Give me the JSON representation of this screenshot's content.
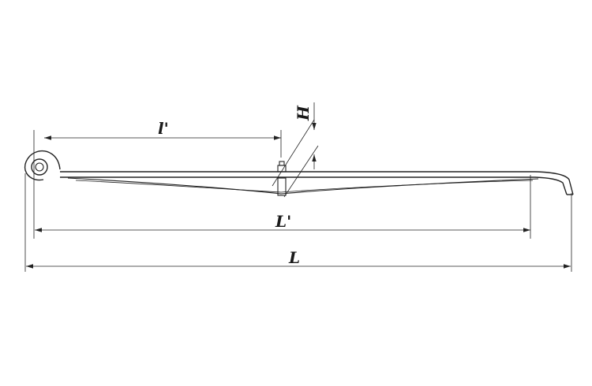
{
  "labels": {
    "small_l_prime": "l'",
    "big_l_prime": "L'",
    "big_l": "L",
    "h": "H"
  }
}
